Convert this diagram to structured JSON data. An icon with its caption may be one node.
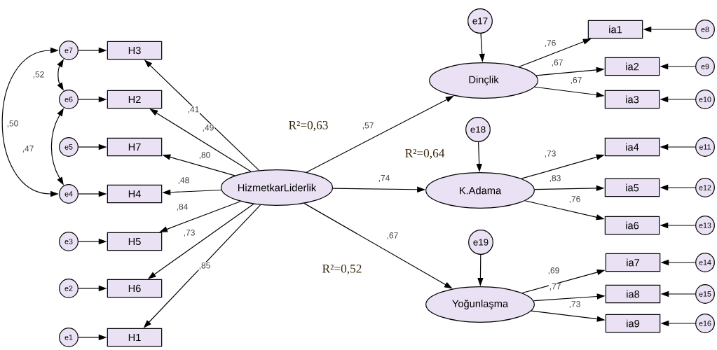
{
  "diagram": {
    "nodes": [
      {
        "text": [
          "HizmetkarLiderlik"
        ]
      },
      {
        "text": [
          "Dinçlik"
        ]
      },
      {
        "text": [
          "K.Adama"
        ]
      },
      {
        "text": [
          "Yoğunlaşma"
        ]
      },
      {
        "text": [
          "H3"
        ]
      },
      {
        "text": [
          "H2"
        ]
      },
      {
        "text": [
          "H7"
        ]
      },
      {
        "text": [
          "H4"
        ]
      },
      {
        "text": [
          "H5"
        ]
      },
      {
        "text": [
          "H6"
        ]
      },
      {
        "text": [
          "H1"
        ]
      },
      {
        "text": [
          "e7"
        ]
      },
      {
        "text": [
          "e6"
        ]
      },
      {
        "text": [
          "e5"
        ]
      },
      {
        "text": [
          "e4"
        ]
      },
      {
        "text": [
          "e3"
        ]
      },
      {
        "text": [
          "e2"
        ]
      },
      {
        "text": [
          "e1"
        ]
      },
      {
        "text": [
          "ia1"
        ]
      },
      {
        "text": [
          "ia2"
        ]
      },
      {
        "text": [
          "ia3"
        ]
      },
      {
        "text": [
          "ia4"
        ]
      },
      {
        "text": [
          "ia5"
        ]
      },
      {
        "text": [
          "ia6"
        ]
      },
      {
        "text": [
          "ia7"
        ]
      },
      {
        "text": [
          "ia8"
        ]
      },
      {
        "text": [
          "ia9"
        ]
      },
      {
        "text": [
          "e8"
        ]
      },
      {
        "text": [
          "e9"
        ]
      },
      {
        "text": [
          "e10"
        ]
      },
      {
        "text": [
          "e11"
        ]
      },
      {
        "text": [
          "e12"
        ]
      },
      {
        "text": [
          "e13"
        ]
      },
      {
        "text": [
          "e14"
        ]
      },
      {
        "text": [
          "e15"
        ]
      },
      {
        "text": [
          "e16"
        ]
      },
      {
        "text": [
          "e17"
        ]
      },
      {
        "text": [
          "e18"
        ]
      },
      {
        "text": [
          "e19"
        ]
      }
    ],
    "edges": [
      {
        "from": 0,
        "to": 4,
        "arrow": "to",
        "label": ",41"
      },
      {
        "from": 0,
        "to": 5,
        "arrow": "to",
        "label": ",49"
      },
      {
        "from": 0,
        "to": 6,
        "arrow": "to",
        "label": ",80"
      },
      {
        "from": 0,
        "to": 7,
        "arrow": "to",
        "label": ",48"
      },
      {
        "from": 0,
        "to": 8,
        "arrow": "to",
        "label": ",84"
      },
      {
        "from": 0,
        "to": 9,
        "arrow": "to",
        "label": ",73"
      },
      {
        "from": 0,
        "to": 10,
        "arrow": "to",
        "label": ",85"
      },
      {
        "from": 11,
        "to": 4,
        "arrow": "to"
      },
      {
        "from": 12,
        "to": 5,
        "arrow": "to"
      },
      {
        "from": 13,
        "to": 6,
        "arrow": "to"
      },
      {
        "from": 14,
        "to": 7,
        "arrow": "to"
      },
      {
        "from": 15,
        "to": 8,
        "arrow": "to"
      },
      {
        "from": 16,
        "to": 9,
        "arrow": "to"
      },
      {
        "from": 17,
        "to": 10,
        "arrow": "to"
      },
      {
        "from": 11,
        "to": 12,
        "arrow": "both",
        "label": ",52"
      },
      {
        "from": 11,
        "to": 14,
        "arrow": "both",
        "label": ",50"
      },
      {
        "from": 12,
        "to": 14,
        "arrow": "both",
        "label": ",47"
      },
      {
        "from": 0,
        "to": 1,
        "arrow": "to",
        "label": ",57"
      },
      {
        "from": 0,
        "to": 2,
        "arrow": "to",
        "label": ",74"
      },
      {
        "from": 0,
        "to": 3,
        "arrow": "to",
        "label": ",67"
      },
      {
        "from": 1,
        "to": 18,
        "arrow": "to",
        "label": ",76"
      },
      {
        "from": 1,
        "to": 19,
        "arrow": "to",
        "label": ",67"
      },
      {
        "from": 1,
        "to": 20,
        "arrow": "to",
        "label": ",67"
      },
      {
        "from": 2,
        "to": 21,
        "arrow": "to",
        "label": ",73"
      },
      {
        "from": 2,
        "to": 22,
        "arrow": "to",
        "label": ",83"
      },
      {
        "from": 2,
        "to": 23,
        "arrow": "to",
        "label": ",76"
      },
      {
        "from": 3,
        "to": 24,
        "arrow": "to",
        "label": ",69"
      },
      {
        "from": 3,
        "to": 25,
        "arrow": "to",
        "label": ",77"
      },
      {
        "from": 3,
        "to": 26,
        "arrow": "to",
        "label": ",73"
      },
      {
        "from": 27,
        "to": 18,
        "arrow": "to"
      },
      {
        "from": 28,
        "to": 19,
        "arrow": "to"
      },
      {
        "from": 29,
        "to": 20,
        "arrow": "to"
      },
      {
        "from": 30,
        "to": 21,
        "arrow": "to"
      },
      {
        "from": 31,
        "to": 22,
        "arrow": "to"
      },
      {
        "from": 32,
        "to": 23,
        "arrow": "to"
      },
      {
        "from": 33,
        "to": 24,
        "arrow": "to"
      },
      {
        "from": 34,
        "to": 25,
        "arrow": "to"
      },
      {
        "from": 35,
        "to": 26,
        "arrow": "to"
      },
      {
        "from": 36,
        "to": 1,
        "arrow": "to"
      },
      {
        "from": 37,
        "to": 2,
        "arrow": "to"
      },
      {
        "from": 38,
        "to": 3,
        "arrow": "to"
      }
    ],
    "labels": [
      "R²=0,63",
      "R²=0,64",
      "R²=0,52"
    ]
  }
}
